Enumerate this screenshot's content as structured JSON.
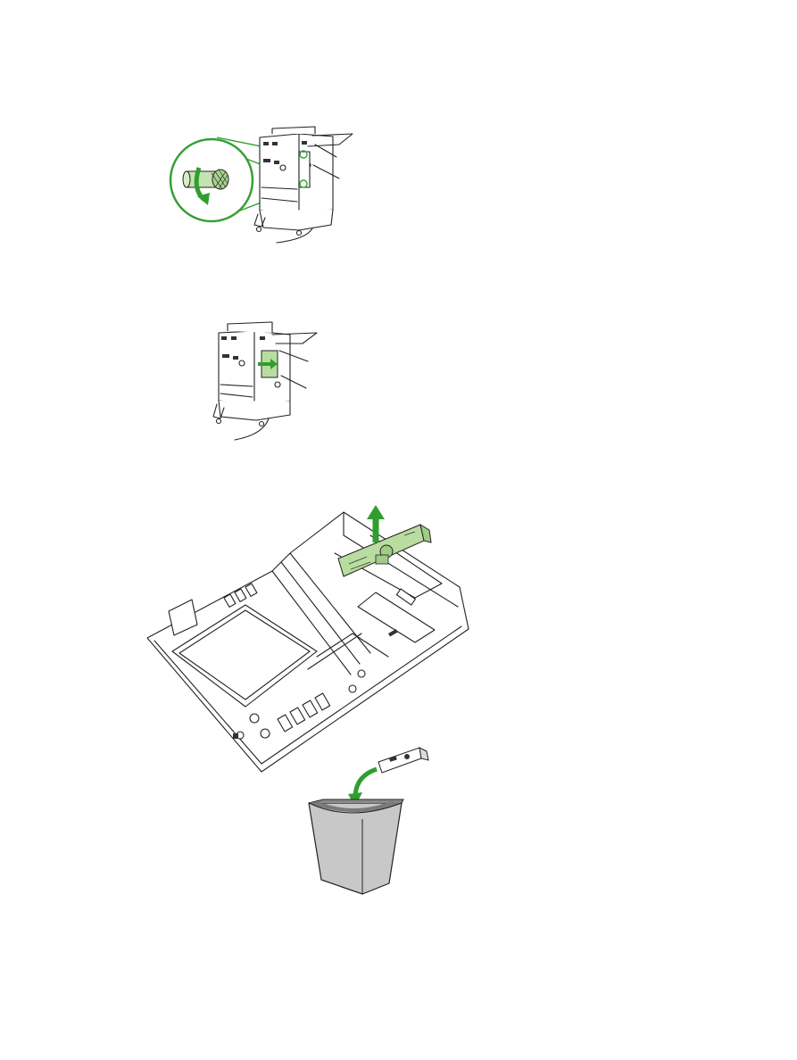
{
  "document": {
    "figures": [
      {
        "id": "step-remove-thumbscrews",
        "icons": [
          "printer-rear-icon",
          "thumbscrew-icon",
          "counterclockwise-arrow-icon"
        ]
      },
      {
        "id": "step-slide-out-formatter",
        "icons": [
          "printer-rear-icon",
          "slide-arrow-icon"
        ]
      },
      {
        "id": "step-lift-out-card",
        "icons": [
          "formatter-board-icon",
          "card-icon",
          "up-arrow-icon"
        ]
      },
      {
        "id": "step-discard-card",
        "icons": [
          "card-icon",
          "trash-bin-icon",
          "curved-arrow-icon"
        ]
      }
    ],
    "colors": {
      "accent": "#2f9e2f",
      "accent_light": "#b9dca0",
      "bin": "#c8c8c8",
      "bin_top": "#8a8a8a",
      "ink": "#222222"
    }
  }
}
